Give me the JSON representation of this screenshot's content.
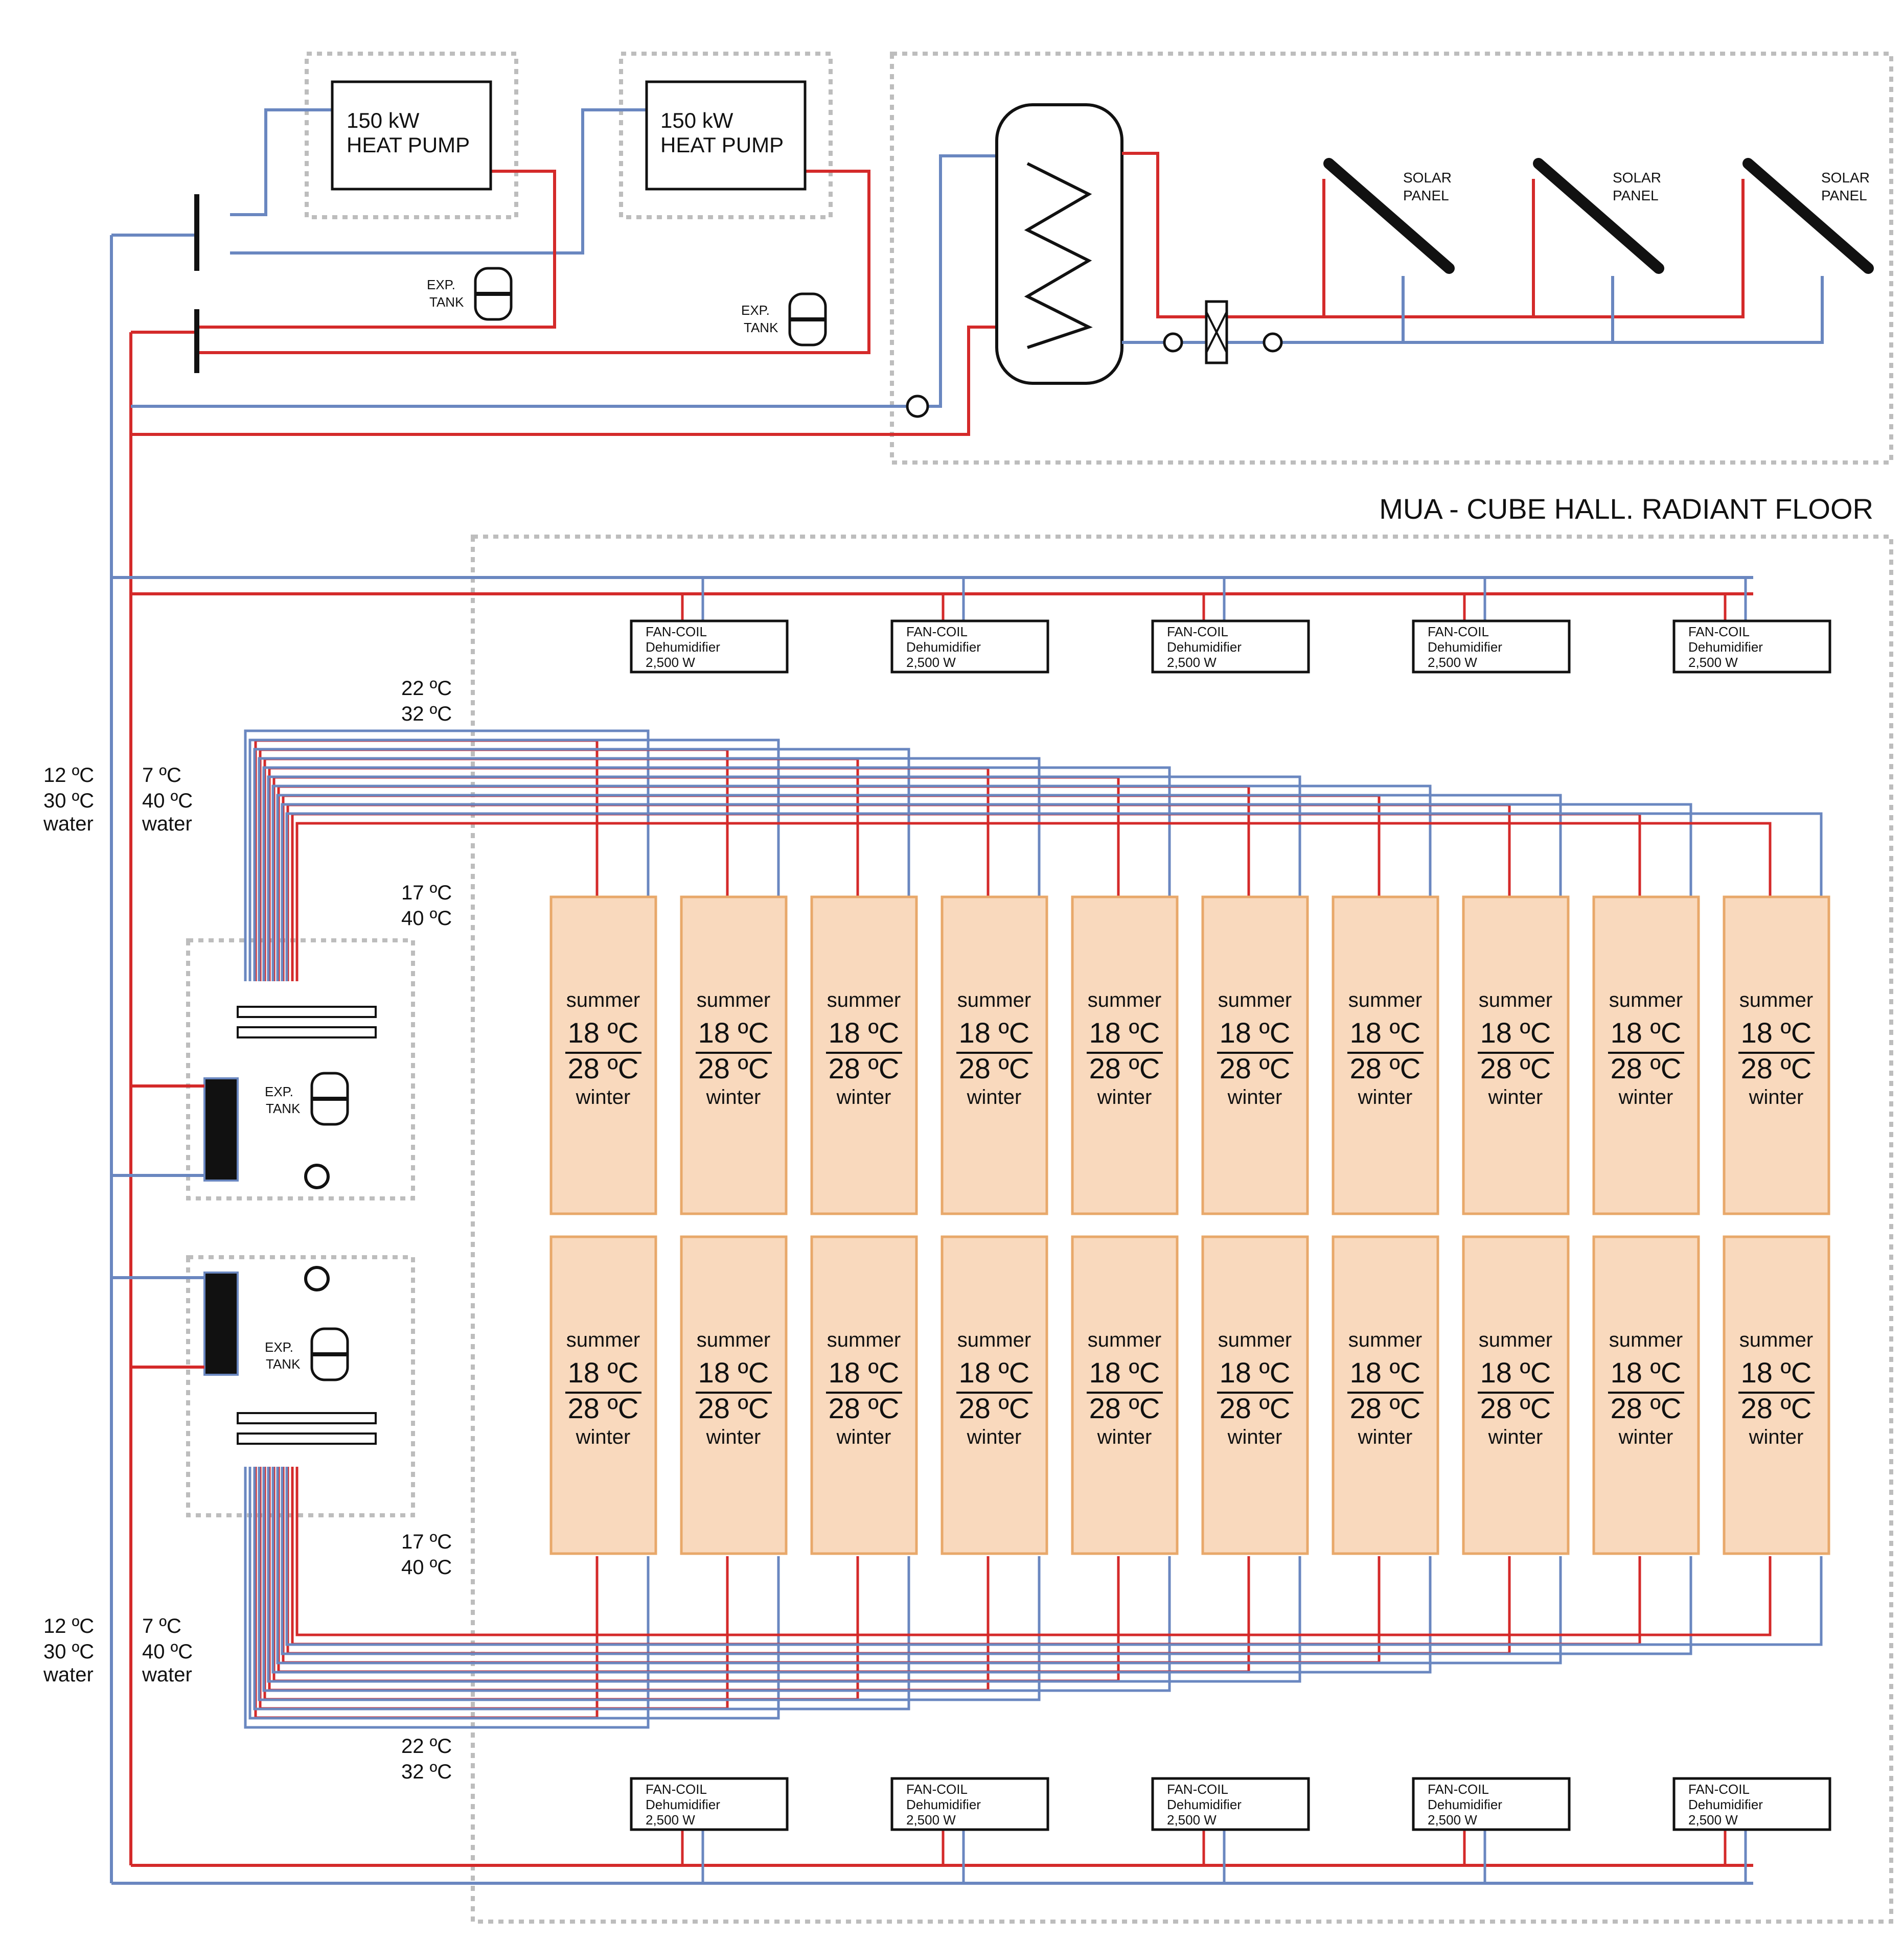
{
  "header": {
    "title": "MUA - CUBE HALL. RADIANT FLOOR"
  },
  "heat_pumps": [
    {
      "line1": "150 kW",
      "line2": "HEAT PUMP"
    },
    {
      "line1": "150 kW",
      "line2": "HEAT PUMP"
    }
  ],
  "exp_tank": {
    "line1": "EXP.",
    "line2": "TANK"
  },
  "solar_panel": {
    "line1": "SOLAR",
    "line2": "PANEL"
  },
  "fan_coil": {
    "line1": "FAN-COIL",
    "line2": "Dehumidifier",
    "line3": "2,500 W"
  },
  "zone": {
    "top": "summer",
    "t1": "18 ºC",
    "t2": "28 ºC",
    "bottom": "winter"
  },
  "temps": {
    "supply_main": {
      "t1": "12 ºC",
      "t2": "30 ºC",
      "unit": "water"
    },
    "supply_fancoil": {
      "t1": "7 ºC",
      "t2": "40 ºC",
      "unit": "water"
    },
    "loop_return": {
      "t1": "22 ºC",
      "t2": "32 ºC"
    },
    "loop_supply": {
      "t1": "17 ºC",
      "t2": "40 ºC"
    }
  },
  "colors": {
    "supply": "#d42a2a",
    "return": "#6a87c0",
    "zone_fill": "#f9d9bd",
    "zone_stroke": "#e8a86a",
    "boundary": "#bdbdbd"
  }
}
